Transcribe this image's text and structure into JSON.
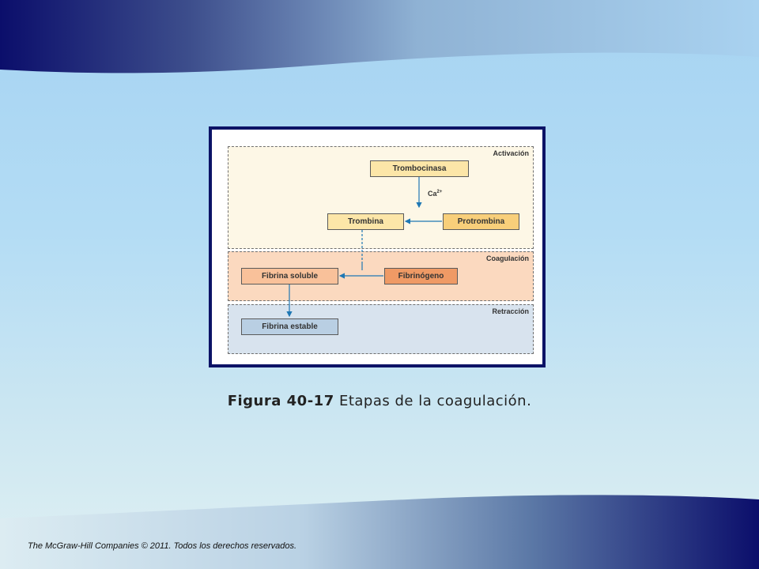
{
  "figure": {
    "zones": {
      "activacion": "Activación",
      "coagulacion": "Coagulación",
      "retraccion": "Retracción"
    },
    "nodes": {
      "trombocinasa": "Trombocinasa",
      "trombina": "Trombina",
      "protrombina": "Protrombina",
      "fibrina_soluble": "Fibrina soluble",
      "fibrinogeno": "Fibrinógeno",
      "fibrina_estable": "Fibrina estable"
    },
    "cofactor": {
      "base": "Ca",
      "charge": "2+"
    }
  },
  "caption": {
    "number": "Figura 40-17",
    "text": " Etapas de la coagulación."
  },
  "footer": "The McGraw-Hill Companies © 2011. Todos los derechos reservados.",
  "colors": {
    "frame": "#0c1366",
    "arrow": "#1f78b4",
    "band_dark": "#0b0e6b"
  }
}
